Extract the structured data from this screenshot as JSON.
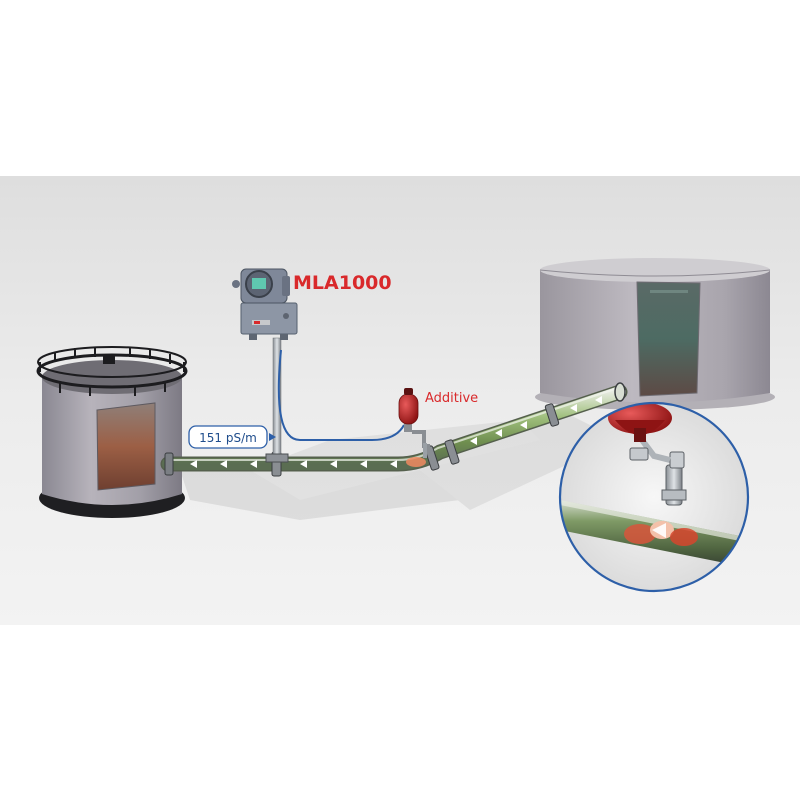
{
  "device": {
    "name": "MLA1000"
  },
  "additive": {
    "label": "Additive"
  },
  "reading": {
    "value": "151 pS/m"
  },
  "colors": {
    "brand_red": "#d9292b",
    "reading_blue": "#1f4d8c",
    "pipe_green": "#8fae6a",
    "tank_grey": "#9d9aa3"
  },
  "icons": {
    "flow_arrow": "flow-arrow-icon",
    "callout_arrow": "callout-arrow-icon"
  }
}
